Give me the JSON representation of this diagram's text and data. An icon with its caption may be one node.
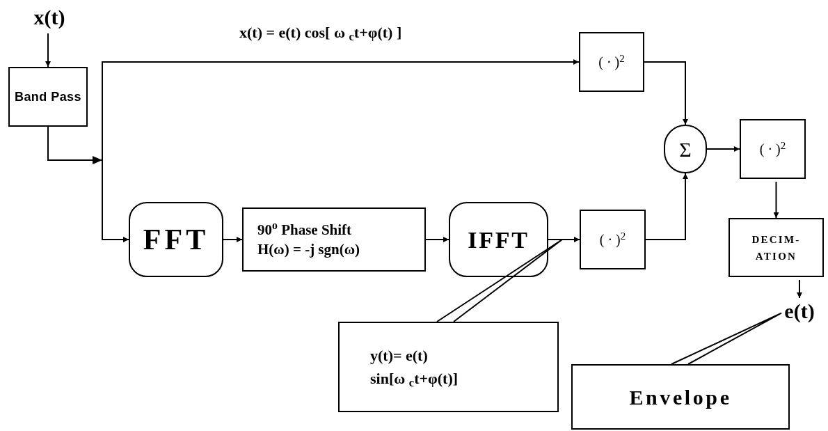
{
  "diagram": {
    "nodes": [
      {
        "text": [
          "x(t)"
        ]
      },
      {
        "text": [
          "Band Pass"
        ]
      },
      {
        "text": [
          "( · )$^{2}$"
        ]
      },
      {
        "text": [
          "Σ"
        ]
      },
      {
        "text": [
          "( · )$^{2}$"
        ]
      },
      {
        "text": [
          "FFT"
        ]
      },
      {
        "text": [
          "90$^{o}$ Phase Shift",
          "H(ω) = -j sgn(ω)"
        ]
      },
      {
        "text": [
          "IFFT"
        ]
      },
      {
        "text": [
          "( · )$^{2}$"
        ]
      },
      {
        "text": [
          "DECIM- ATION"
        ]
      },
      {
        "text": [
          "e(t)"
        ]
      },
      {
        "text": [
          "y(t)= e(t) sin[ω $_{c}$t+φ(t)]"
        ]
      },
      {
        "text": [
          "Envelope"
        ]
      }
    ],
    "edges": [
      {
        "from": 0,
        "to": 1,
        "arrow": "to"
      },
      {
        "from": 1,
        "to": 2,
        "arrow": "to",
        "label": "x(t) = e(t) cos[ ω $_{c}$t+φ(t) ]"
      },
      {
        "from": 1,
        "to": 5,
        "arrow": "to"
      },
      {
        "from": 2,
        "to": 3,
        "arrow": "to"
      },
      {
        "from": 8,
        "to": 3,
        "arrow": "to"
      },
      {
        "from": 3,
        "to": 4,
        "arrow": "to"
      },
      {
        "from": 5,
        "to": 6,
        "arrow": "to"
      },
      {
        "from": 6,
        "to": 7,
        "arrow": "to"
      },
      {
        "from": 7,
        "to": 8,
        "arrow": "to"
      },
      {
        "from": 4,
        "to": 9,
        "arrow": "to"
      },
      {
        "from": 9,
        "to": 10,
        "arrow": "to"
      },
      {
        "from": 11,
        "to": null,
        "arrow": "none"
      },
      {
        "from": 12,
        "to": 10,
        "arrow": "none"
      }
    ]
  }
}
